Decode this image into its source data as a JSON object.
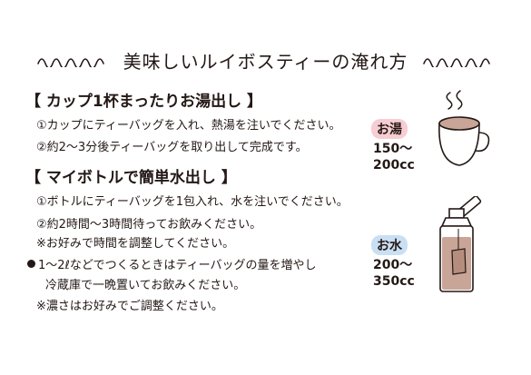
{
  "title": "美味しいルイボスティーの淹れ方",
  "hot": {
    "heading": "【 カップ1杯まったりお湯出し 】",
    "steps": [
      "①カップにティーバッグを入れ、熱湯を注いでください。",
      "②約2～3分後ティーバッグを取り出して完成です。"
    ],
    "badge": "お湯",
    "amount_line1": "150～",
    "amount_line2": "200cc"
  },
  "cold": {
    "heading": "【 マイボトルで簡単水出し 】",
    "steps": [
      "①ボトルにティーバッグを1包入れ、水を注いでください。",
      "②約2時間～3時間待ってお飲みください。"
    ],
    "note1": "※お好みで時間を調整してください。",
    "tip_line1": "1～2ℓなどでつくるときはティーバッグの量を増やし",
    "tip_line2": "冷蔵庫で一晩置いてお飲みください。",
    "note2": "※濃さはお好みでご調整ください。",
    "badge": "お水",
    "amount_line1": "200～",
    "amount_line2": "350cc"
  },
  "colors": {
    "text": "#231815",
    "hot_badge": "#f6cdd2",
    "cold_badge": "#c9dff3",
    "tea": "#c9a597"
  }
}
